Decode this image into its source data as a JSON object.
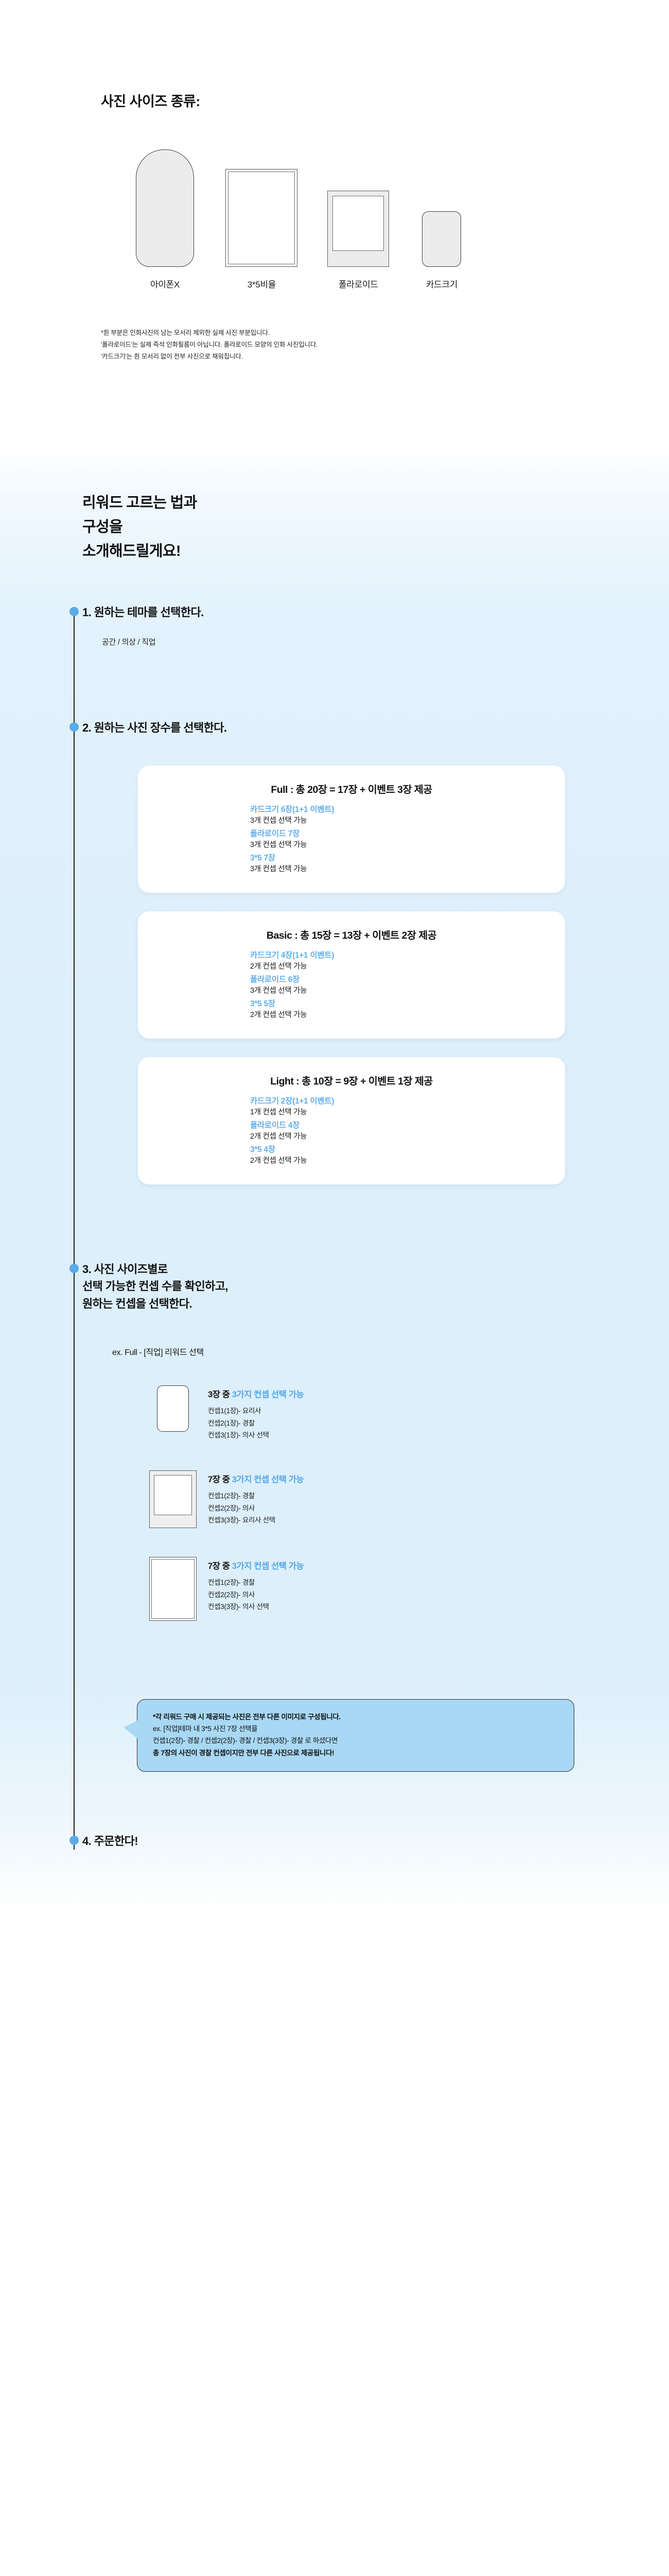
{
  "sizes_section": {
    "title": "사진 사이즈 종류:",
    "items": [
      {
        "label": "아이폰X",
        "icon": "iphone-frame-icon"
      },
      {
        "label": "3*5비율",
        "icon": "photo-3x5-frame-icon"
      },
      {
        "label": "폴라로이드",
        "icon": "polaroid-frame-icon"
      },
      {
        "label": "카드크기",
        "icon": "card-size-frame-icon"
      }
    ],
    "notes": [
      "*흰 부분은 인화사진의 남는 모서리 제외한 실제 사진 부분입니다.",
      "'폴라로이드'는 실제 즉석 인화필름이 아닙니다. 폴라로이드 모양의 인화 사진입니다.",
      "'카드크기'는 흰 모서리 없이 전부 사진으로 채워집니다."
    ]
  },
  "guide": {
    "heading_lines": [
      "리워드 고르는 법과",
      "구성을",
      "소개해드릴게요!"
    ]
  },
  "steps": {
    "step1": {
      "heading": "1. 원하는 테마를 선택한다.",
      "sub": "공간 / 의상 / 직업"
    },
    "step2": {
      "heading": "2. 원하는 사진 장수를 선택한다."
    },
    "step3": {
      "heading_lines": [
        "3. 사진 사이즈별로",
        "선택 가능한 컨셉 수를 확인하고,",
        "원하는 컨셉을 선택한다."
      ],
      "example_label": "ex. Full - [직업] 리워드 선택"
    },
    "step4": {
      "heading": "4. 주문한다!"
    }
  },
  "reward_cards": [
    {
      "title": "Full : 총 20장 = 17장 + 이벤트 3장 제공",
      "lines": [
        {
          "size": "카드크기 6장(1+1 이벤트)",
          "desc": "3개 컨셉 선택 가능"
        },
        {
          "size": "폴라로이드 7장",
          "desc": "3개 컨셉 선택 가능"
        },
        {
          "size": "3*5 7장",
          "desc": "3개 컨셉 선택 가능"
        }
      ]
    },
    {
      "title": "Basic : 총 15장 = 13장 + 이벤트 2장 제공",
      "lines": [
        {
          "size": "카드크기 4장(1+1 이벤트)",
          "desc": "2개 컨셉 선택 가능"
        },
        {
          "size": "폴라로이드 6장",
          "desc": "3개 컨셉 선택 가능"
        },
        {
          "size": "3*5 5장",
          "desc": "2개 컨셉 선택 가능"
        }
      ]
    },
    {
      "title": "Light : 총 10장 = 9장 + 이벤트 1장 제공",
      "lines": [
        {
          "size": "카드크기 2장(1+1 이벤트)",
          "desc": "1개 컨셉 선택 가능"
        },
        {
          "size": "폴라로이드 4장",
          "desc": "2개 컨셉 선택 가능"
        },
        {
          "size": "3*5 4장",
          "desc": "2개 컨셉 선택 가능"
        }
      ]
    }
  ],
  "example_rows": [
    {
      "icon": "card-size-frame-icon",
      "head_prefix": "3장 중 ",
      "head_highlight": "3가지 컨셉 선택 가능",
      "items": [
        "컨셉1(1장)- 요리사",
        "컨셉2(1장)- 경찰",
        "컨셉3(1장)- 의사 선택"
      ]
    },
    {
      "icon": "polaroid-frame-icon",
      "head_prefix": "7장 중 ",
      "head_highlight": "3가지 컨셉 선택 가능",
      "items": [
        "컨셉1(2장)- 경찰",
        "컨셉2(2장)- 의사",
        "컨셉3(3장)- 요리사 선택"
      ]
    },
    {
      "icon": "photo-3x5-frame-icon",
      "head_prefix": "7장 중 ",
      "head_highlight": "3가지 컨셉 선택 가능",
      "items": [
        "컨셉1(2장)- 경찰",
        "컨셉2(2장)- 의사",
        "컨셉3(3장)- 의사 선택"
      ]
    }
  ],
  "bubble": {
    "lines": [
      {
        "text": "*각 리워드 구매 시 제공되는 사진은 전부 다른 이미지로 구성됩니다.",
        "bold": true
      },
      {
        "text": "ex. [직업]테마 내 3*5 사진 7장 선택을",
        "bold": false
      },
      {
        "text": "컨셉1(2장)- 경찰 / 컨셉2(2장)- 경찰 / 컨셉3(3장)- 경찰 로 하셨다면",
        "bold": false
      },
      {
        "text": "총 7장의 사진이 경찰 컨셉이지만 전부 다른 사진으로 제공됩니다!",
        "bold": true
      }
    ]
  },
  "colors": {
    "accent_blue": "#62aeeb",
    "dot_blue": "#5aabe8",
    "bubble_blue": "#a8d8f4",
    "bg_gradient_blue": "#ddeffb"
  }
}
